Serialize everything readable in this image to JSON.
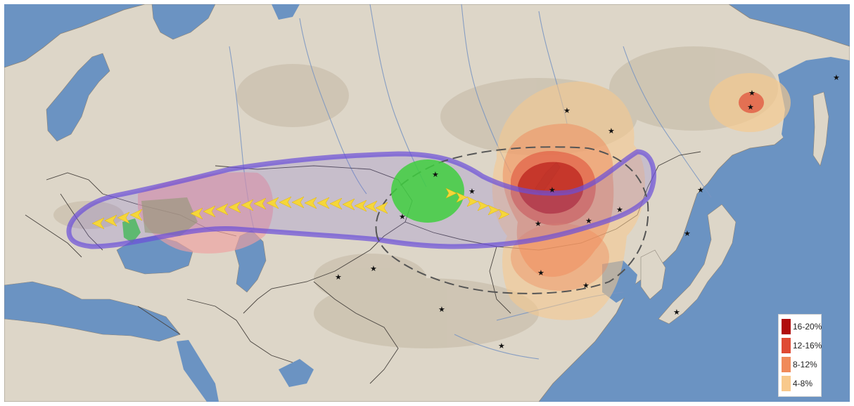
{
  "legend": {
    "items": [
      {
        "label": "16-20%",
        "color": "#b00d0d"
      },
      {
        "label": "12-16%",
        "color": "#df4a34"
      },
      {
        "label": "8-12%",
        "color": "#f08a5a"
      },
      {
        "label": "4-8%",
        "color": "#f8c98c"
      }
    ]
  },
  "colors": {
    "sea": "#6b93c2",
    "land": "#ddd6c8",
    "highland": "#c9beab",
    "expansion_zone": "#6b4fd8",
    "origin_area": "#3fcf3f",
    "steppe_pink": "#f0a0a0",
    "migration_arrow": "#f5d63a"
  },
  "icons": [
    "sample-star-icon",
    "migration-arrow-icon"
  ]
}
